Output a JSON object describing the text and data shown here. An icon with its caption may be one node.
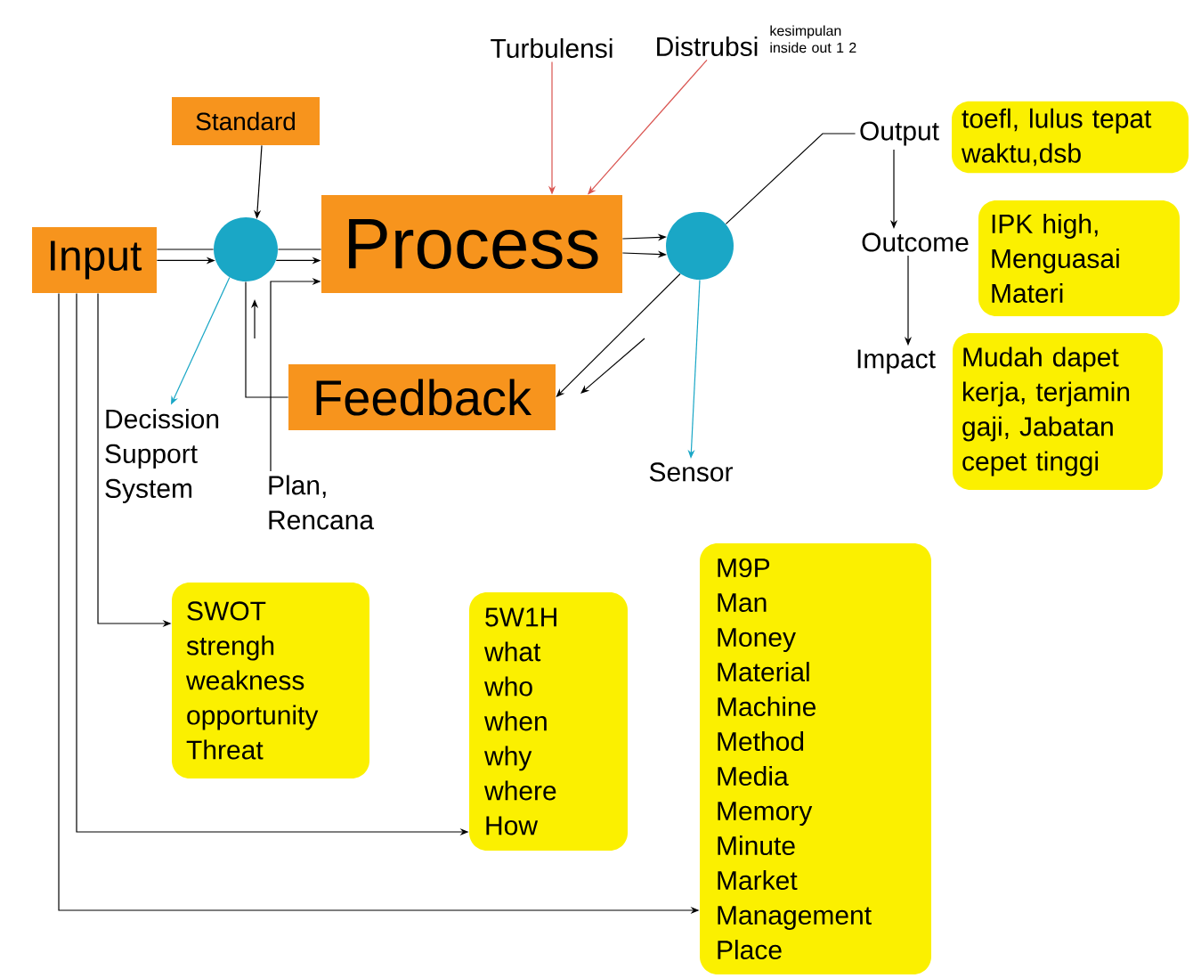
{
  "diagram": {
    "nodes": [
      {
        "text": [
          "Input"
        ]
      },
      {
        "text": [
          "Standard"
        ]
      },
      {
        "text": [
          "Turbulensi"
        ]
      },
      {
        "text": [
          "Distrubsi"
        ]
      },
      {
        "text": [],
        "shape": "circle"
      },
      {
        "text": [
          "Process"
        ]
      },
      {
        "text": [
          "Feedback"
        ]
      },
      {
        "text": [],
        "shape": "circle"
      },
      {
        "text": [
          "Decission Support System"
        ]
      },
      {
        "text": [
          "Plan, Rencana"
        ]
      },
      {
        "text": [
          "Sensor"
        ]
      },
      {
        "text": [
          "Output"
        ]
      },
      {
        "text": [
          "toefl, lulus tepat waktu,dsb"
        ]
      },
      {
        "text": [
          "Outcome"
        ]
      },
      {
        "text": [
          "IPK high, Menguasai Materi"
        ]
      },
      {
        "text": [
          "Impact"
        ]
      },
      {
        "text": [
          "Mudah dapet kerja, terjamin gaji, Jabatan cepet tinggi"
        ]
      },
      {
        "text": [
          "SWOT strengh weakness opportunity Threat"
        ]
      },
      {
        "text": [
          "5W1H what who when why where How"
        ]
      },
      {
        "text": [
          "M9P Man Money Material Machine Method Media Memory Minute Market Management Place"
        ]
      }
    ],
    "edges": [
      {
        "from": 0,
        "to": 4,
        "arrow": "to"
      },
      {
        "from": 0,
        "to": 4,
        "arrow": "none"
      },
      {
        "from": 4,
        "to": 5,
        "arrow": "none"
      },
      {
        "from": 4,
        "to": 5,
        "arrow": "to"
      },
      {
        "from": 1,
        "to": 4,
        "arrow": "to"
      },
      {
        "from": 6,
        "to": 4,
        "arrow": "none"
      },
      {
        "from": 9,
        "to": 5,
        "arrow": "to"
      },
      {
        "from": 4,
        "to": 8,
        "arrow": "to",
        "color": "#1aa7c6"
      },
      {
        "from": 2,
        "to": 5,
        "arrow": "to",
        "color": "#d9534f"
      },
      {
        "from": 3,
        "to": 5,
        "arrow": "to",
        "color": "#d9534f"
      },
      {
        "from": 5,
        "to": 7,
        "arrow": "to"
      },
      {
        "from": 5,
        "to": 7,
        "arrow": "to"
      },
      {
        "from": 7,
        "to": 6,
        "arrow": "to"
      },
      {
        "from": 7,
        "to": 10,
        "arrow": "to",
        "color": "#1aa7c6"
      },
      {
        "from": 7,
        "to": 11,
        "arrow": "none"
      },
      {
        "from": 11,
        "to": 13,
        "arrow": "to"
      },
      {
        "from": 13,
        "to": 15,
        "arrow": "to"
      },
      {
        "from": 0,
        "to": 17,
        "arrow": "to"
      },
      {
        "from": 0,
        "to": 18,
        "arrow": "to"
      },
      {
        "from": 0,
        "to": 19,
        "arrow": "to"
      }
    ],
    "labels": [
      "kesimpulan inside out 1 2"
    ]
  }
}
